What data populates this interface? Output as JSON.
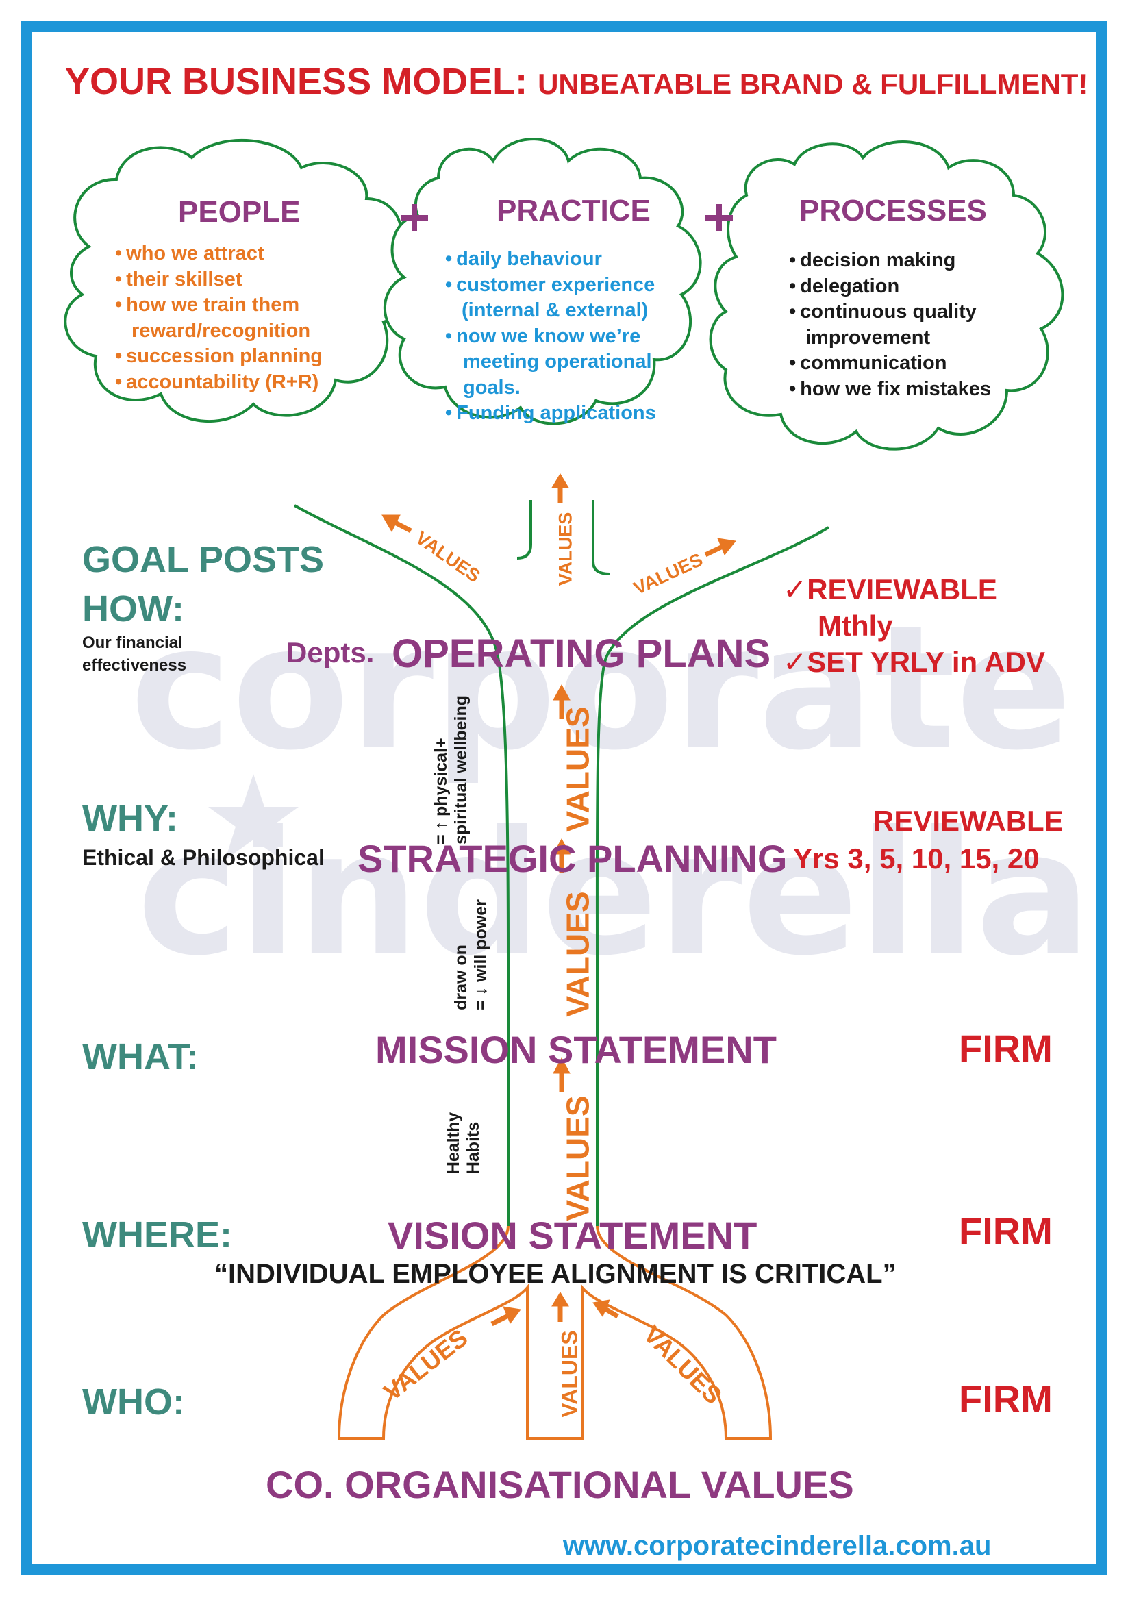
{
  "title": {
    "main": "YOUR BUSINESS MODEL:",
    "sub": "UNBEATABLE BRAND & FULFILLMENT!"
  },
  "clouds": {
    "people": {
      "title": "PEOPLE",
      "items": [
        "who we attract",
        "their skillset",
        "how we train them",
        "reward/recognition",
        "succession planning",
        "accountability (R+R)"
      ]
    },
    "practice": {
      "title": "PRACTICE",
      "items": [
        "daily behaviour",
        "customer experience",
        "(internal & external)",
        "now we know we’re",
        "meeting operational",
        "goals.",
        "Funding applications"
      ]
    },
    "processes": {
      "title": "PROCESSES",
      "items": [
        "decision making",
        "delegation",
        "continuous quality",
        "improvement",
        "communication",
        "how we fix mistakes"
      ]
    }
  },
  "values_label": "VALUES",
  "levels": {
    "goal_posts": "GOAL POSTS",
    "how": {
      "label": "HOW:",
      "note": "Our financial effectiveness",
      "center_prefix": "Depts.",
      "center": "OPERATING PLANS",
      "right_1": "REVIEWABLE",
      "right_2": "Mthly",
      "right_3": "SET YRLY in ADV"
    },
    "why": {
      "label": "WHY:",
      "note": "Ethical & Philosophical",
      "center": "STRATEGIC PLANNING",
      "right_1": "REVIEWABLE",
      "right_2": "Yrs 3, 5, 10, 15, 20"
    },
    "what": {
      "label": "WHAT:",
      "center": "MISSION STATEMENT",
      "right": "FIRM"
    },
    "where": {
      "label": "WHERE:",
      "center": "VISION STATEMENT",
      "right": "FIRM"
    },
    "who": {
      "label": "WHO:",
      "right": "FIRM"
    }
  },
  "trunk_notes": {
    "physical_1": "= ↑ physical+",
    "physical_2": "spiritual wellbeing",
    "draw_1": "draw on",
    "draw_2": "= ↓ will power",
    "habits_1": "Healthy",
    "habits_2": "Habits"
  },
  "quote": "“INDIVIDUAL EMPLOYEE  ALIGNMENT IS CRITICAL”",
  "base": "CO. ORGANISATIONAL VALUES",
  "url": "www.corporatecinderella.com.au",
  "watermark": {
    "line1": "corporate",
    "line2": "cinderella"
  },
  "colors": {
    "border": "#1e96d8",
    "tree": "#1a8a3a",
    "orange": "#e87722",
    "purple": "#8e3a80",
    "red": "#d42027",
    "teal": "#3e8a7d",
    "blue": "#1e96d8"
  }
}
